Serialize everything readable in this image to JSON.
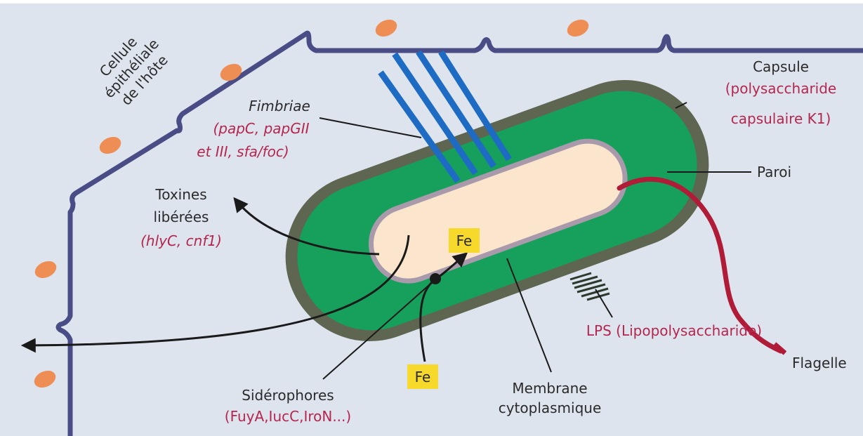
{
  "labels": {
    "host_cell": [
      "Cellule",
      "épithéliale",
      "de l'hôte"
    ],
    "capsule": [
      "Capsule",
      "(polysaccharide",
      "capsulaire K1)"
    ],
    "fimbriae": [
      "Fimbriae",
      "(papC, papGII",
      "et III, sfa/foc)"
    ],
    "paroi": "Paroi",
    "toxines": [
      "Toxines",
      "libérées",
      "(hlyC, cnf1)"
    ],
    "fe_inside": "Fe",
    "fe_outside": "Fe",
    "lps": "LPS (Lipopolysaccharide)",
    "flagelle": "Flagelle",
    "siderophores": [
      "Sidérophores",
      "(FuyA,IucC,IroN...)"
    ],
    "membrane": [
      "Membrane",
      "cytoplasmique"
    ]
  },
  "colors": {
    "background": "#dde4ed",
    "host_membrane": "#4a4c86",
    "vesicle": "#ee8e54",
    "capsule": "#5e6651",
    "wall": "#17a05b",
    "cytoplasm": "#fbe5cd",
    "inner_membrane": "#a99aab",
    "fimbriae": "#1e6bc4",
    "flagellum": "#b01c37",
    "fe_box": "#f7d92c",
    "label_red": "#b5264f",
    "label_dark": "#2a2a2a"
  }
}
